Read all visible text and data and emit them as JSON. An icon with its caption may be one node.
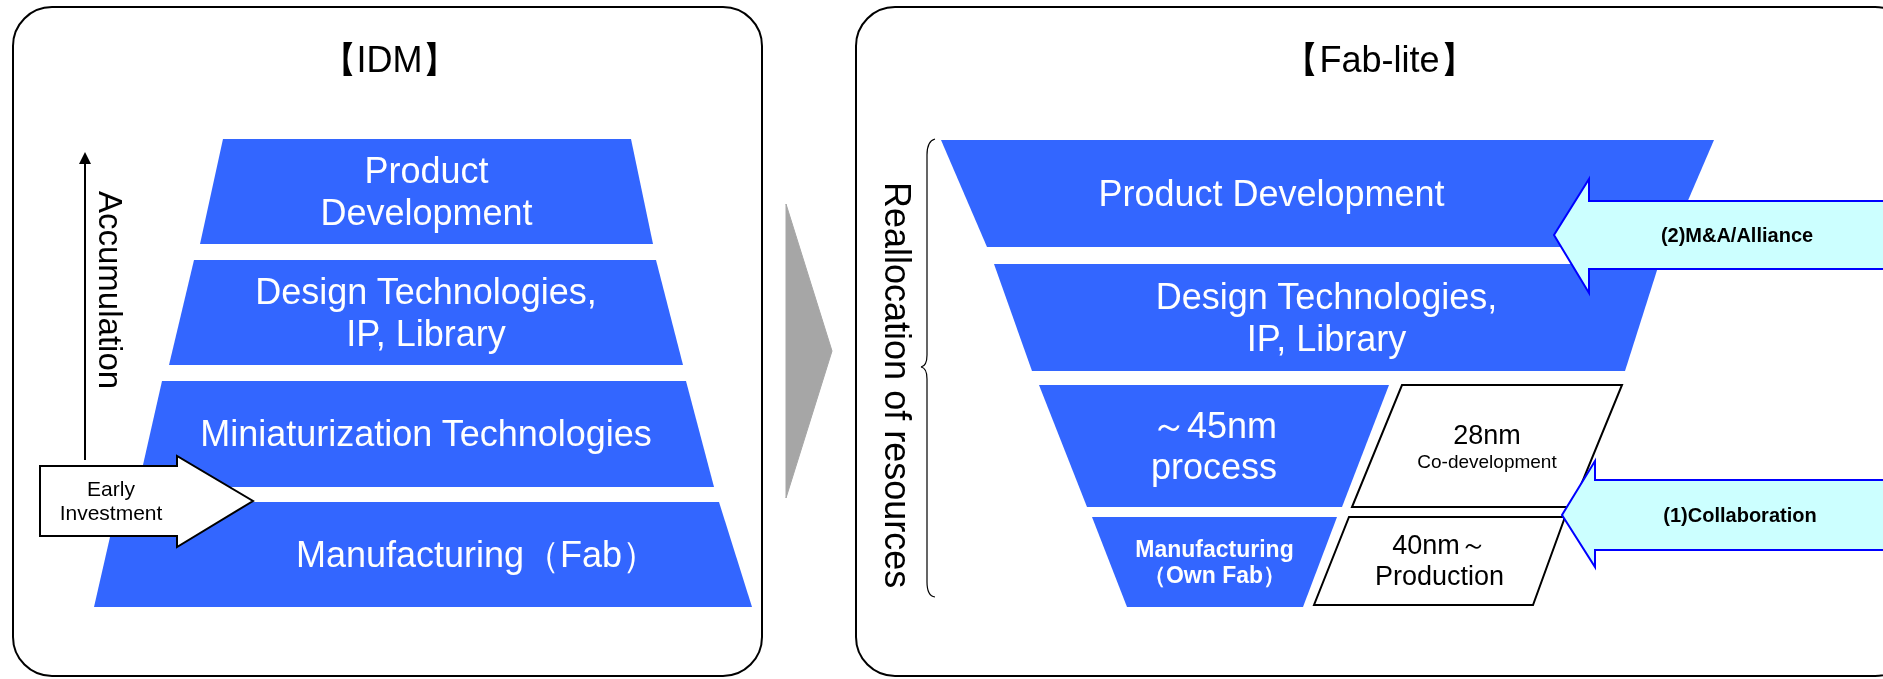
{
  "diagram": {
    "nodes": [
      {
        "text": [
          "【IDM】"
        ]
      },
      {
        "text": [
          "Product Development"
        ],
        "in": 0
      },
      {
        "text": [
          "Design Technologies, IP, Library"
        ],
        "in": 0
      },
      {
        "text": [
          "Miniaturization Technologies"
        ],
        "in": 0
      },
      {
        "text": [
          "Manufacturing（Fab）"
        ],
        "in": 0
      },
      {
        "text": [
          "Early Investment"
        ],
        "in": 0
      },
      {
        "text": [
          "【Fab-lite】"
        ]
      },
      {
        "text": [
          "Product Development"
        ],
        "in": 6
      },
      {
        "text": [
          "Design Technologies, IP, Library"
        ],
        "in": 6
      },
      {
        "text": [
          "～45nm process"
        ],
        "in": 6
      },
      {
        "text": [
          "28nm",
          "Co-development"
        ],
        "in": 6
      },
      {
        "text": [
          "Manufacturing （Own Fab）"
        ],
        "in": 6
      },
      {
        "text": [
          "40nm～ Production"
        ],
        "in": 6
      },
      {
        "text": [
          "(2)M&A/Alliance"
        ],
        "in": 6
      },
      {
        "text": [
          "(1)Collaboration"
        ],
        "in": 6
      }
    ],
    "edges": [
      {
        "from": 0,
        "to": 6,
        "arrow": "to"
      }
    ],
    "labels": [
      "Accumulation",
      "Reallocation of resources"
    ]
  }
}
